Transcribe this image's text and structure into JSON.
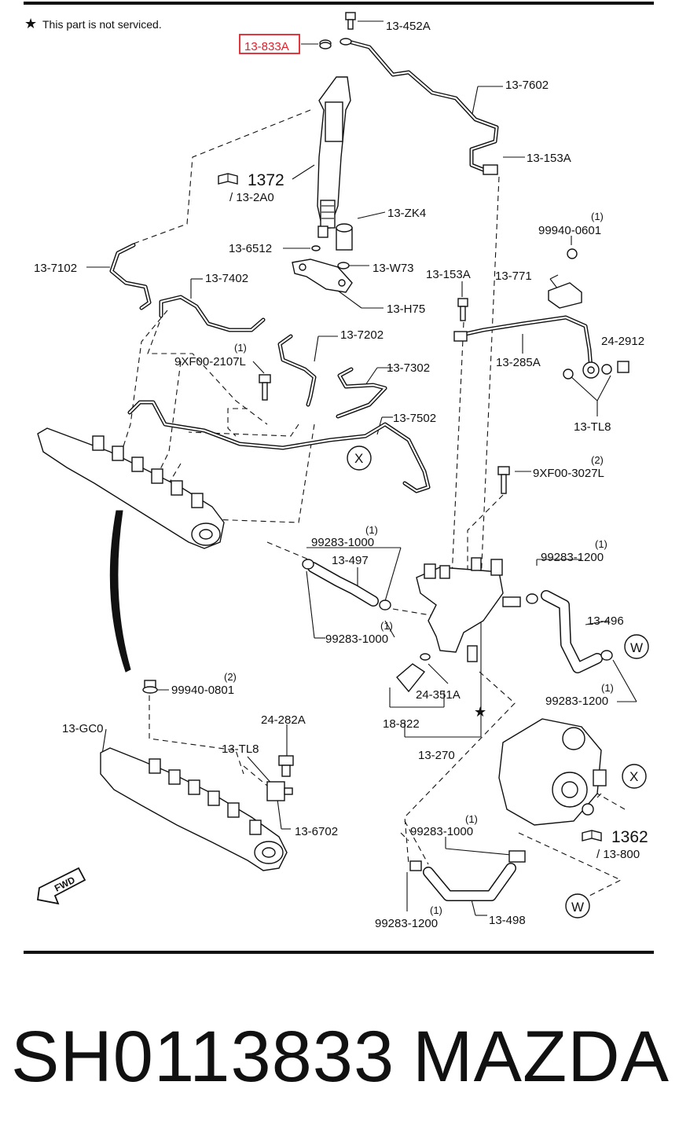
{
  "note": {
    "star": "★",
    "text": "This part is not serviced."
  },
  "highlight": {
    "label": "13-833A",
    "color": "#e0202a"
  },
  "labels": {
    "l_452a": "13-452A",
    "l_7602": "13-7602",
    "l_153a_top": "13-153A",
    "l_1372": "1372",
    "l_2a0": "/ 13-2A0",
    "l_zk4": "13-ZK4",
    "l_qty_0601": "(1)",
    "l_99940_0601": "99940-0601",
    "l_6512": "13-6512",
    "l_w73": "13-W73",
    "l_7102": "13-7102",
    "l_153a_mid": "13-153A",
    "l_771": "13-771",
    "l_7402": "13-7402",
    "l_h75": "13-H75",
    "l_qty_2107": "(1)",
    "l_9xf00_2107l": "9XF00-2107L",
    "l_7202": "13-7202",
    "l_24_2912": "24-2912",
    "l_285a": "13-285A",
    "l_7302": "13-7302",
    "l_tl8_top": "13-TL8",
    "l_7502": "13-7502",
    "l_x1": "X",
    "l_qty_3027": "(2)",
    "l_9xf00_3027l": "9XF00-3027L",
    "l_qty_1000a": "(1)",
    "l_99283_1000a": "99283-1000",
    "l_497": "13-497",
    "l_qty_1200a": "(1)",
    "l_99283_1200a": "99283-1200",
    "l_496": "13-496",
    "l_qty_1000b": "(1)",
    "l_99283_1000b": "99283-1000",
    "l_w1": "W",
    "l_qty_0801": "(2)",
    "l_99940_0801": "99940-0801",
    "l_351a": "24-351A",
    "l_qty_1200b": "(1)",
    "l_99283_1200b": "99283-1200",
    "l_gc0": "13-GC0",
    "l_24_282a": "24-282A",
    "l_822": "18-822",
    "l_star2": "★",
    "l_270": "13-270",
    "l_tl8_bot": "13-TL8",
    "l_x2": "X",
    "l_6702": "13-6702",
    "l_qty_1000c": "(1)",
    "l_99283_1000c": "99283-1000",
    "l_1362": "1362",
    "l_800": "/ 13-800",
    "l_fwd": "FWD",
    "l_w2": "W",
    "l_qty_1200c": "(1)",
    "l_99283_1200c": "99283-1200",
    "l_498": "13-498"
  },
  "footer": {
    "part_number": "SH0113833",
    "brand": "MAZDA"
  }
}
